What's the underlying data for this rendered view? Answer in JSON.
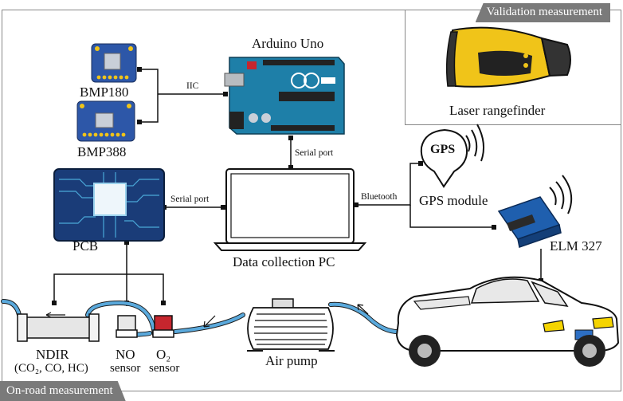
{
  "sections": {
    "validation": "Validation measurement",
    "on_road": "On-road measurement"
  },
  "components": {
    "arduino": "Arduino Uno",
    "bmp180": "BMP180",
    "bmp388": "BMP388",
    "pcb": "PCB",
    "pc": "Data collection PC",
    "gps_module": "GPS module",
    "gps_badge": "GPS",
    "elm": "ELM 327",
    "laser": "Laser rangefinder",
    "ndir_line1": "NDIR",
    "ndir_line2": "(CO₂, CO, HC)",
    "no_line1": "NO",
    "no_line2": "sensor",
    "o2_line1": "O₂",
    "o2_line2": "sensor",
    "air_pump": "Air pump"
  },
  "connections": {
    "iic": "IIC",
    "serial_top": "Serial port",
    "serial_left": "Serial port",
    "bluetooth": "Bluetooth"
  },
  "colors": {
    "tube": "#5aa9dc",
    "sensor_board": "#2d57a8",
    "arduino_board": "#1e7fa8",
    "laser_body": "#f0c419",
    "elm_body": "#1f5fae",
    "o2_sensor": "#c6262e",
    "tab_grey": "#7a7a7a"
  }
}
